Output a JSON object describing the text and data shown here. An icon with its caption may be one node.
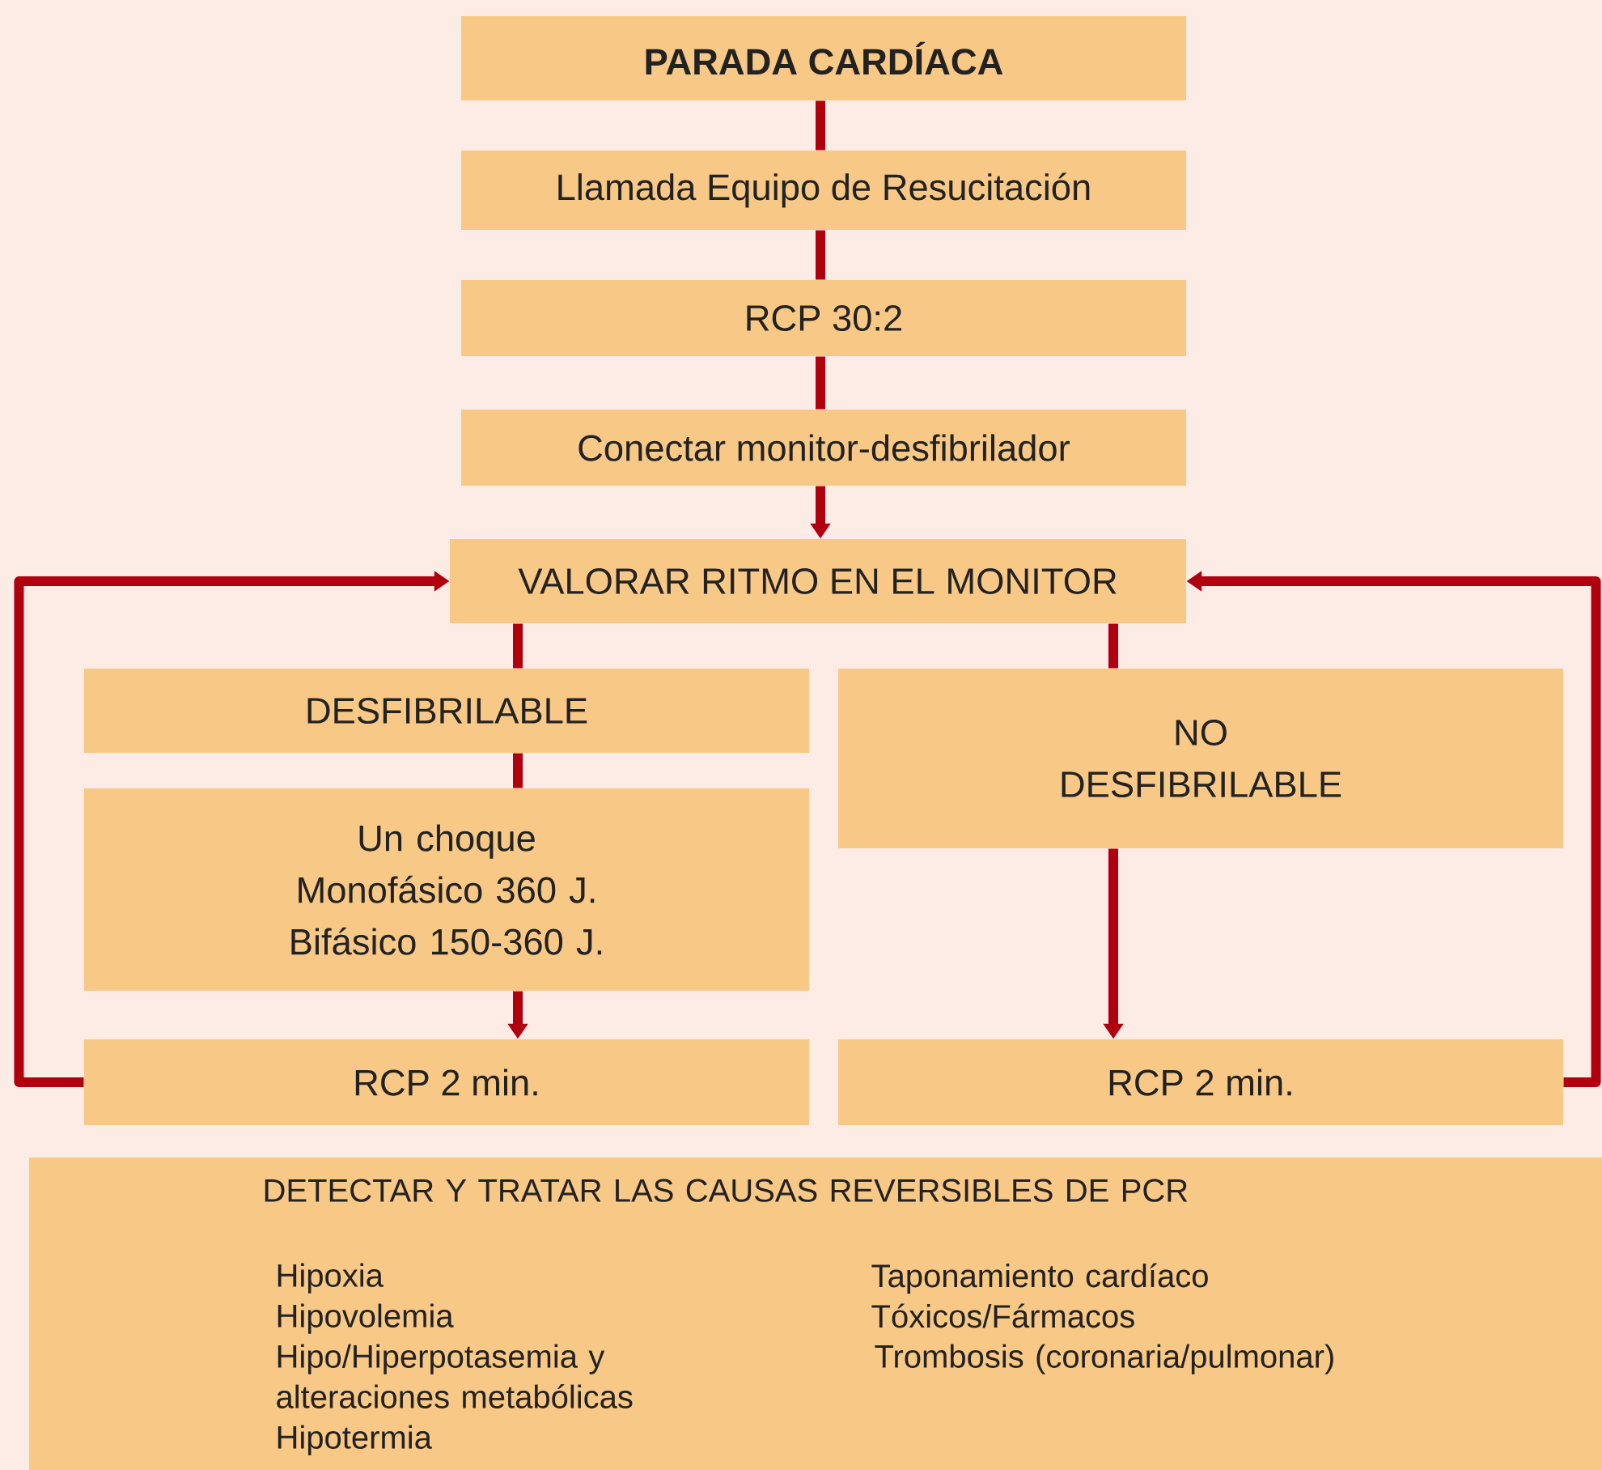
{
  "diagram": {
    "nodes": [
      {
        "text": [
          "PARADA CARDÍACA"
        ]
      },
      {
        "text": [
          "Llamada Equipo de Resucitación"
        ]
      },
      {
        "text": [
          "RCP 30:2"
        ]
      },
      {
        "text": [
          "Conectar monitor-desfibrilador"
        ]
      },
      {
        "text": [
          "VALORAR  RITMO EN EL MONITOR"
        ]
      },
      {
        "text": [
          "DESFIBRILABLE"
        ]
      },
      {
        "text": [
          "Un choque Monofásico 360 J. Bifásico 150-360 J."
        ]
      },
      {
        "text": [
          "RCP 2 min."
        ]
      },
      {
        "text": [
          "NO DESFIBRILABLE"
        ]
      },
      {
        "text": [
          "RCP 2 min."
        ]
      },
      {
        "text": [
          "DETECTAR Y TRATAR LAS CAUSAS REVERSIBLES DE PCR",
          "Hipoxia",
          "Hipovolemia",
          "Hipo/Hiperpotasemia y alteraciones metabólicas",
          "Hipotermia",
          "Taponamiento cardíaco",
          "Tóxicos/Fármacos",
          "Trombosis (coronaria/pulmonar)"
        ]
      }
    ],
    "edges": [
      {
        "from": 0,
        "to": 1,
        "arrow": "none"
      },
      {
        "from": 1,
        "to": 2,
        "arrow": "none"
      },
      {
        "from": 2,
        "to": 3,
        "arrow": "none"
      },
      {
        "from": 3,
        "to": 4,
        "arrow": "to"
      },
      {
        "from": 4,
        "to": 5,
        "arrow": "none"
      },
      {
        "from": 5,
        "to": 6,
        "arrow": "none"
      },
      {
        "from": 6,
        "to": 7,
        "arrow": "to"
      },
      {
        "from": 4,
        "to": 8,
        "arrow": "none"
      },
      {
        "from": 8,
        "to": 9,
        "arrow": "to"
      },
      {
        "from": 7,
        "to": 4,
        "arrow": "to"
      },
      {
        "from": 9,
        "to": 4,
        "arrow": "to"
      }
    ]
  }
}
